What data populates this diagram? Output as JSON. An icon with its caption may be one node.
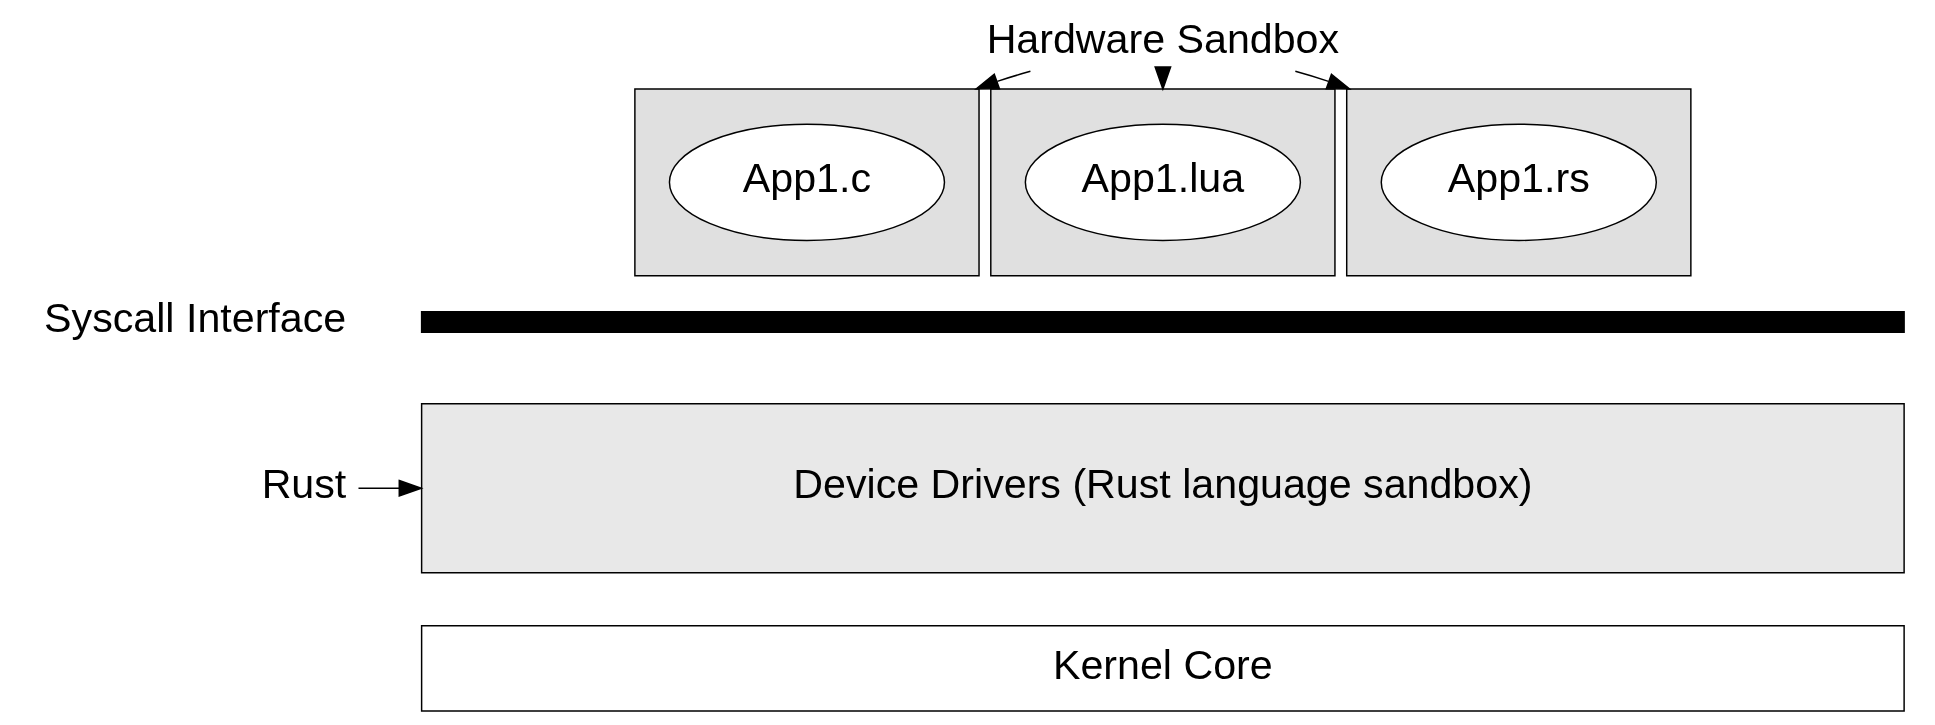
{
  "diagram": {
    "nodes": [
      {
        "text": [
          "Hardware Sandbox"
        ]
      },
      {
        "text": [],
        "shape": "box"
      },
      {
        "text": [
          "App1.c"
        ],
        "in": 1
      },
      {
        "text": [],
        "shape": "box"
      },
      {
        "text": [
          "App1.lua"
        ],
        "in": 3
      },
      {
        "text": [],
        "shape": "box"
      },
      {
        "text": [
          "App1.rs"
        ],
        "in": 5
      },
      {
        "text": [],
        "shape": "bar",
        "beside": [
          "Syscall Interface"
        ]
      },
      {
        "text": [
          "Rust"
        ]
      },
      {
        "text": [
          "Device Drivers (Rust language sandbox)"
        ]
      },
      {
        "text": [
          "Kernel Core"
        ]
      }
    ],
    "edges": [
      {
        "from": 0,
        "to": 1,
        "arrow": "to"
      },
      {
        "from": 0,
        "to": 3,
        "arrow": "to"
      },
      {
        "from": 0,
        "to": 5,
        "arrow": "to"
      },
      {
        "from": 8,
        "to": 9,
        "arrow": "to"
      }
    ]
  }
}
